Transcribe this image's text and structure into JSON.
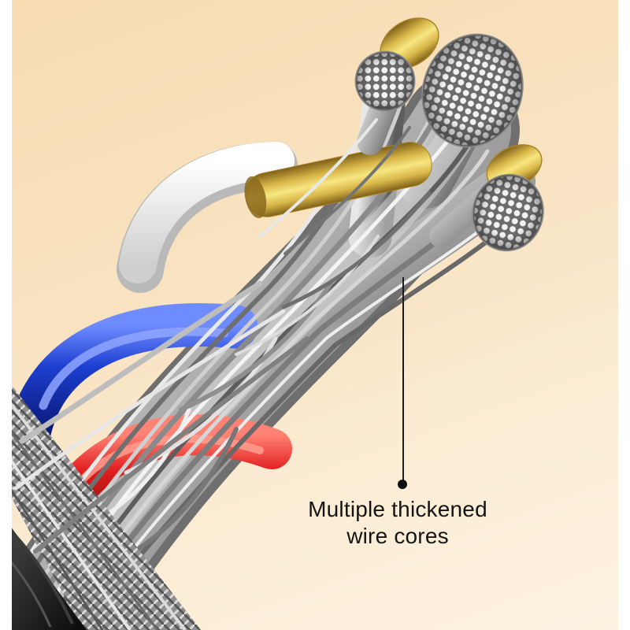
{
  "annotation": {
    "line1": "Multiple thickened",
    "line2": "wire cores"
  },
  "colors": {
    "background_top": "#f7dcb2",
    "background_mid": "#f9e6c9",
    "background_bottom": "#fcf2e1",
    "side_margin": "#ffffff",
    "text": "#141414",
    "leader_line": "#1c1c1c",
    "gold_highlight": "#f8e682",
    "gold": "#d9b84a",
    "gold_shadow": "#7e5f18",
    "silver_light": "#e8e8e8",
    "silver": "#9f9f9f",
    "silver_dark": "#5d5d5d",
    "blue_core": "#1d3fd0",
    "blue_core_highlight": "#8fa6ff",
    "red_core": "#e21f1f",
    "red_core_highlight": "#ff9d8f",
    "white_core": "#f7f7f7",
    "jacket": "#111111"
  },
  "illustration": {
    "subject": "cable-cutaway-showing-wire-cores",
    "parts": [
      "braided-shield-strands",
      "gold-ferrule-top",
      "gold-ferrule-right",
      "gold-barrel-center",
      "cut-wire-bundle-face-top",
      "cut-wire-bundle-face-left",
      "cut-wire-bundle-face-right",
      "white-core",
      "blue-core",
      "red-core",
      "metal-mesh-ferrule",
      "outer-jacket"
    ]
  }
}
